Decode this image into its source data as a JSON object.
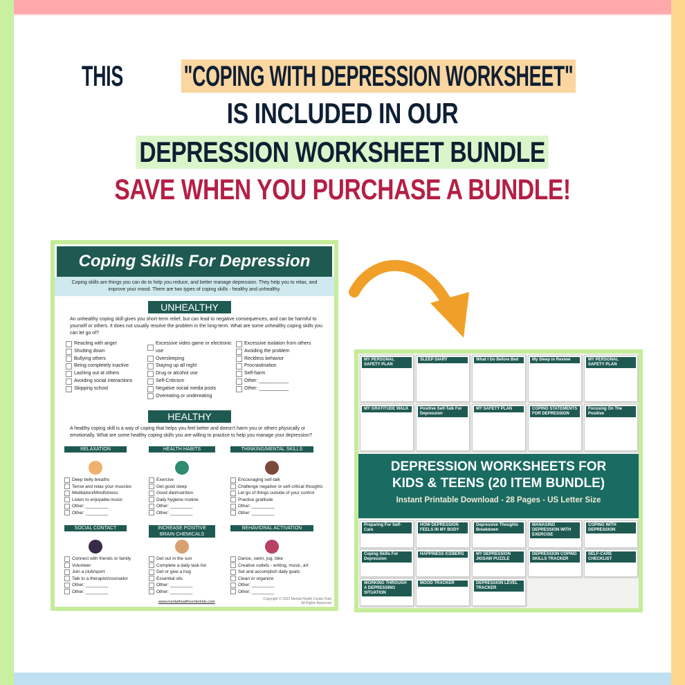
{
  "headline": {
    "line1_pre": "THIS ",
    "line1_hl": "\"COPING WITH DEPRESSION WORKSHEET\"",
    "line2": "IS INCLUDED IN OUR",
    "line3": "DEPRESSION WORKSHEET BUNDLE",
    "line4": "SAVE WHEN YOU PURCHASE A BUNDLE!"
  },
  "colors": {
    "dark_green": "#1f5a52",
    "red": "#b51f45",
    "orange_arrow": "#f0a028",
    "border_green": "#c9f0a0",
    "border_pink": "#ffa9ad",
    "border_orange": "#ffd78c",
    "border_blue": "#bfe0f0"
  },
  "worksheet": {
    "title": "Coping Skills For Depression",
    "intro": "Coping skills are things you can do to help you reduce, and better manage depression. They help you to relax, and improve your mood. There are two types of coping skills - healthy and unhealthy.",
    "unhealthy": {
      "heading": "UNHEALTHY",
      "text": "An unhealthy coping skill gives you short-term relief, but can lead to negative consequences, and can be harmful to yourself or others. It does not usually resolve the problem in the long-term. What are some unhealthy coping skills you can let go of?",
      "col1": [
        "Reacting with anger",
        "Shutting down",
        "Bullying others",
        "Being completely inactive",
        "Lashing out at others",
        "Avoiding social interactions",
        "Skipping school"
      ],
      "col2": [
        "Excessive video game or electronic use",
        "Oversleeping",
        "Staying up all night",
        "Drug or alcohol use",
        "Self-Criticism",
        "Negative social media posts",
        "Overeating or undereating"
      ],
      "col3": [
        "Excessive isolation from others",
        "Avoiding the problem",
        "Reckless behavior",
        "Procrastination",
        "Self-harm",
        "Other: ___________",
        "Other: ___________"
      ]
    },
    "healthy": {
      "heading": "HEALTHY",
      "text": "A healthy coping skill is a way of coping that helps you feel better and doesn't harm you or others physically or emotionally. What are some healthy coping skills you are willing to practice to help you manage your depression?",
      "categories": [
        {
          "title": "RELAXATION",
          "items": [
            "Deep belly breaths",
            "Tense and relax your muscles",
            "Meditation/Mindfulness",
            "Listen to enjoyable music",
            "Other: _________",
            "Other: _________"
          ]
        },
        {
          "title": "HEALTH HABITS",
          "items": [
            "Exercise",
            "Get good sleep",
            "Good diet/nutrition",
            "Daily hygiene routine",
            "Other: _________",
            "Other: _________"
          ]
        },
        {
          "title": "THINKING/MENTAL SKILLS",
          "items": [
            "Encouraging self-talk",
            "Challenge negative or self-critical thoughts",
            "Let go of things outside of your control",
            "Practice gratitude",
            "Other: _________",
            "Other: _________"
          ]
        },
        {
          "title": "SOCIAL CONTACT",
          "items": [
            "Connect with friends or family",
            "Volunteer",
            "Join a club/sport",
            "Talk to a therapist/counselor",
            "Other: _________",
            "Other: _________"
          ]
        },
        {
          "title": "INCREASE POSITIVE BRAIN CHEMICALS",
          "items": [
            "Get out in the sun",
            "Complete a daily task list",
            "Get or give a hug",
            "Essential oils",
            "Other: _________",
            "Other: _________"
          ]
        },
        {
          "title": "BEHAVIORAL ACTIVATION",
          "items": [
            "Dance, swim, jog, bike",
            "Creative outlets - writing, music, art",
            "Set and accomplish daily goals",
            "Clean or organize",
            "Other: _________",
            "Other: _________"
          ]
        }
      ]
    },
    "website": "www.mentalhealthcenterkids.com",
    "copyright": "Copyright © 2022 Mental Health Center Kids All Rights Reserved"
  },
  "bundle": {
    "title_line1": "DEPRESSION WORKSHEETS FOR",
    "title_line2": "KIDS & TEENS (20 ITEM BUNDLE)",
    "subtitle": "Instant Printable Download - 28 Pages - US Letter Size",
    "top_pages": [
      "MY PERSONAL SAFETY PLAN",
      "SLEEP DIARY",
      "What I Do Before Bed",
      "My Sleep in Review",
      "MY PERSONAL SAFETY PLAN",
      "MY GRATITUDE WALK",
      "Positive Self-Talk For Depression",
      "MY SAFETY PLAN",
      "COPING STATEMENTS FOR DEPRESSION",
      "Focusing On The Positive"
    ],
    "bottom_pages": [
      "Preparing For Self-Care",
      "HOW DEPRESSION FEELS IN MY BODY",
      "Depressive Thoughts Breakdown",
      "MANAGING DEPRESSION WITH EXERCISE",
      "COPING WITH DEPRESSION",
      "Coping Skills For Depression",
      "HAPPINESS ICEBERG",
      "MY DEPRESSION JIGSAW PUZZLE",
      "DEPRESSION COPING SKILLS TRACKER",
      "SELF-CARE CHECKLIST",
      "WORKING THROUGH A DEPRESSING SITUATION",
      "MOOD TRACKER",
      "DEPRESSION LEVEL TRACKER"
    ]
  }
}
